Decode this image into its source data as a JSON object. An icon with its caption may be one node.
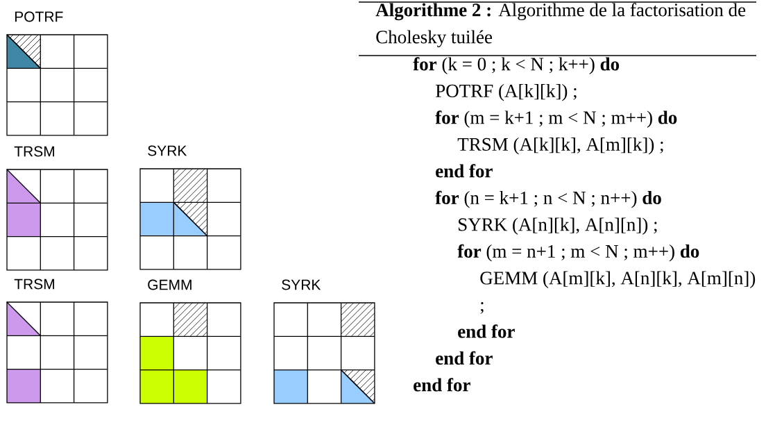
{
  "diagram": {
    "nodes": [
      {
        "text": [
          "POTRF"
        ]
      },
      {
        "text": [
          "TRSM"
        ]
      },
      {
        "text": [
          "SYRK"
        ]
      },
      {
        "text": [
          "TRSM"
        ]
      },
      {
        "text": [
          "GEMM"
        ]
      },
      {
        "text": [
          "SYRK"
        ]
      }
    ],
    "labels": [
      "**Algorithme 2 :** Algorithme de la factorisation de Cholesky tuilée",
      "**for** (k = 0 ; k < N ; k++) **do**",
      "POTRF (A[k][k]) ;",
      "**for** (m = k+1 ; m < N ; m++) **do**",
      "TRSM (A[k][k], A[m][k]) ;",
      "**end for**",
      "**for** (n = k+1 ; n < N ; n++) **do**",
      "SYRK (A[n][k], A[n][n]) ;",
      "**for** (m = n+1 ; m < N ; m++) **do**",
      "GEMM (A[m][k], A[n][k], A[m][n]) ;",
      "**end for**",
      "**end for**",
      "**end for**"
    ]
  }
}
